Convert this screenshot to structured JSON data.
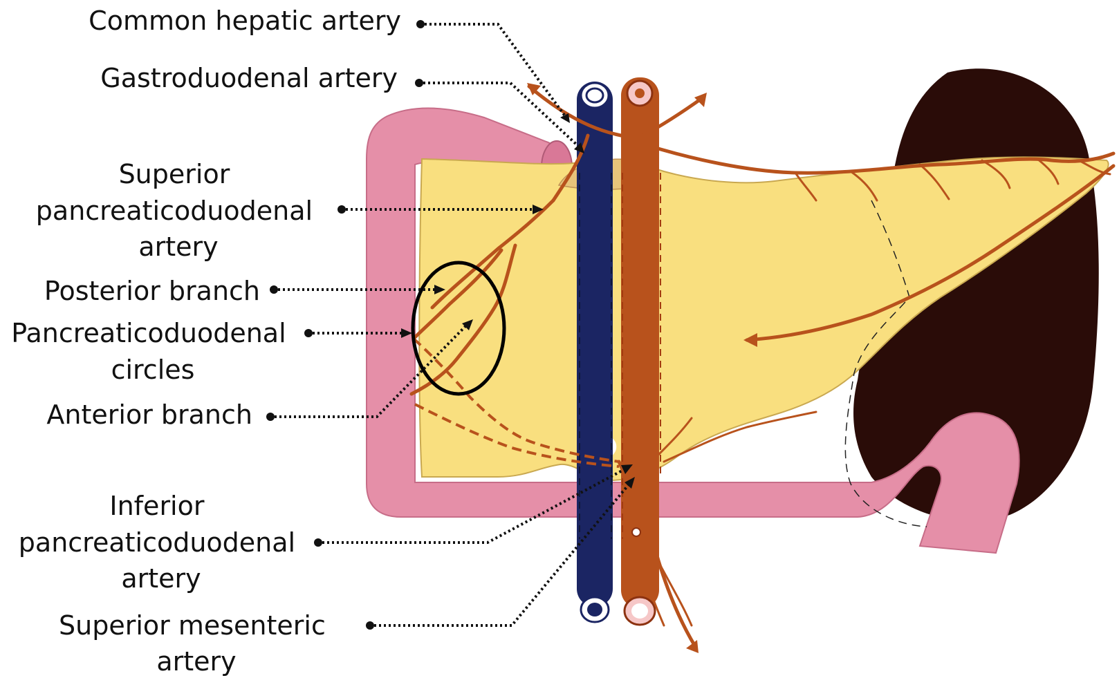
{
  "labels": {
    "common_hepatic": "Common hepatic artery",
    "gastroduodenal": "Gastroduodenal artery",
    "superior_pd": [
      "Superior",
      "pancreaticoduodenal",
      "artery"
    ],
    "posterior_branch": "Posterior branch",
    "pd_circles": [
      "Pancreaticoduodenal",
      "circles"
    ],
    "anterior_branch": "Anterior branch",
    "inferior_pd": [
      "Inferior",
      "pancreaticoduodenal",
      "artery"
    ],
    "sma": [
      "Superior mesenteric",
      "artery"
    ]
  },
  "colors": {
    "pancreas": "#f9df7f",
    "duodenum": "#e58fa8",
    "vein": "#1b2563",
    "artery": "#b8521c",
    "kidney": "#2a0c08"
  }
}
